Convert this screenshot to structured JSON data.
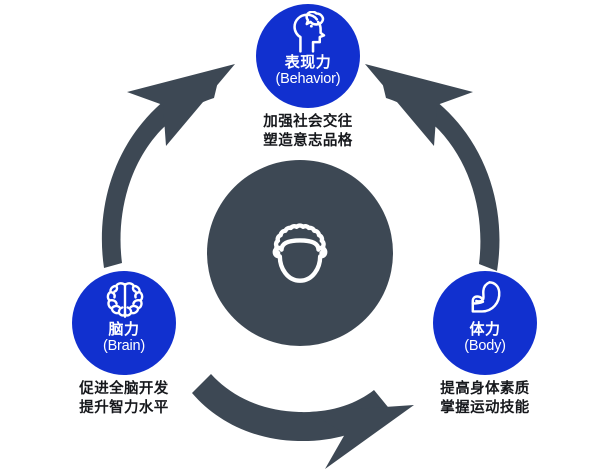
{
  "diagram": {
    "type": "cyclic-three-node",
    "background_color": "#ffffff",
    "accent_blue": "#1130cf",
    "accent_dark": "#3d4854",
    "center": {
      "icon": "head-person-icon",
      "color": "#3d4854"
    },
    "nodes": [
      {
        "id": "behavior",
        "icon": "head-speech-bubble-icon",
        "label_cn": "表现力",
        "label_en": "(Behavior)",
        "caption_line1": "加强社会交往",
        "caption_line2": "塑造意志品格",
        "color": "#1130cf"
      },
      {
        "id": "brain",
        "icon": "brain-icon",
        "label_cn": "脑力",
        "label_en": "(Brain)",
        "caption_line1": "促进全脑开发",
        "caption_line2": "提升智力水平",
        "color": "#1130cf"
      },
      {
        "id": "body",
        "icon": "flexed-biceps-icon",
        "label_cn": "体力",
        "label_en": "(Body)",
        "caption_line1": "提高身体素质",
        "caption_line2": "掌握运动技能",
        "color": "#1130cf"
      }
    ],
    "arrows": [
      {
        "id": "arrow-brain-to-behavior",
        "from": "brain",
        "to": "behavior",
        "color": "#3d4854"
      },
      {
        "id": "arrow-body-to-behavior",
        "from": "body",
        "to": "behavior",
        "color": "#3d4854"
      },
      {
        "id": "arrow-brain-to-body",
        "from": "brain",
        "to": "body",
        "color": "#3d4854"
      }
    ]
  }
}
